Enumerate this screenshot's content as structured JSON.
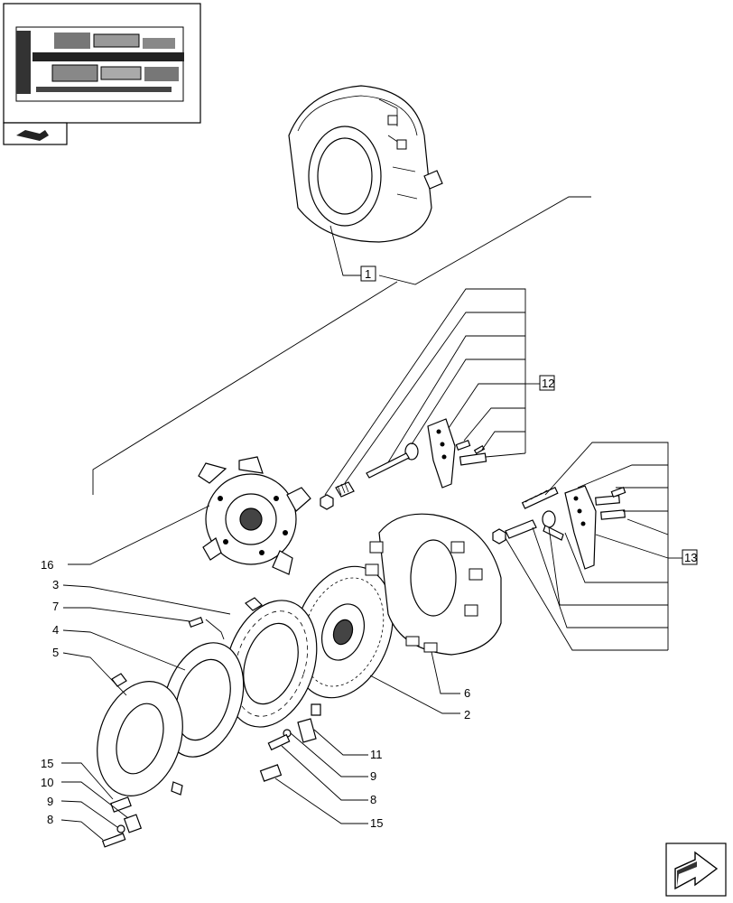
{
  "diagram": {
    "callouts": {
      "c1": "1",
      "c2": "2",
      "c3": "3",
      "c4": "4",
      "c5": "5",
      "c6": "6",
      "c7": "7",
      "c8a": "8",
      "c8b": "8",
      "c9a": "9",
      "c9b": "9",
      "c10": "10",
      "c11": "11",
      "c12": "12",
      "c13": "13",
      "c15a": "15",
      "c15b": "15",
      "c16": "16"
    },
    "icons": {
      "thumbnail": "transmission-section-thumbnail",
      "nav_prev": "back-arrow-icon",
      "nav_next": "next-page-arrow-icon"
    }
  }
}
